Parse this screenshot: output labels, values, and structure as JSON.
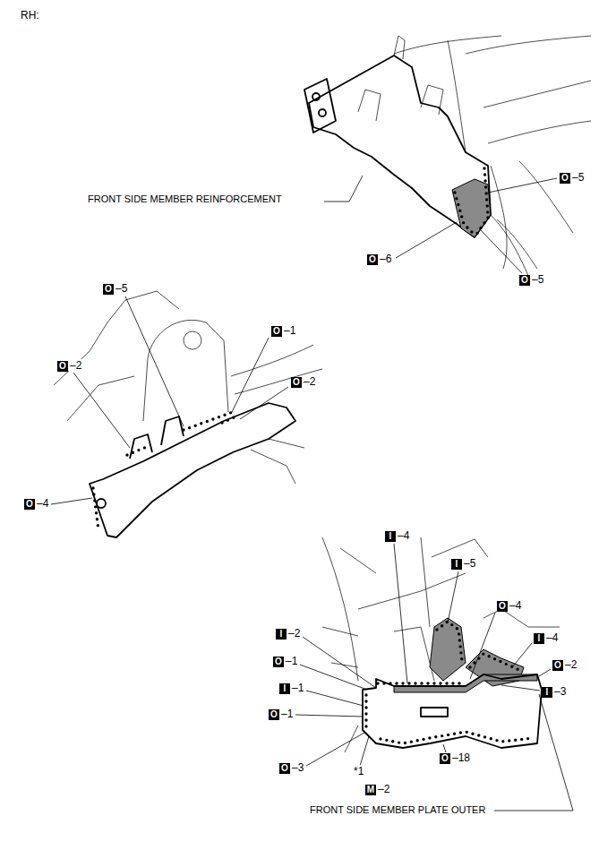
{
  "diagram": {
    "title": "RH:",
    "labels": [
      "O",
      "–5",
      "FRONT SIDE MEMBER REINFORCEMENT",
      "O",
      "–6",
      "O",
      "–5",
      "O",
      "–5",
      "O",
      "–1",
      "O",
      "–2",
      "O",
      "–2",
      "O",
      "–4",
      "I",
      "–4",
      "I",
      "–5",
      "O",
      "–4",
      "I",
      "–2",
      "I",
      "–4",
      "O",
      "–1",
      "O",
      "–2",
      "I",
      "–1",
      "I",
      "–3",
      "O",
      "–1",
      "O",
      "–18",
      "O",
      "–3",
      "*1",
      "M",
      "–2",
      "FRONT SIDE MEMBER PLATE OUTER"
    ]
  }
}
